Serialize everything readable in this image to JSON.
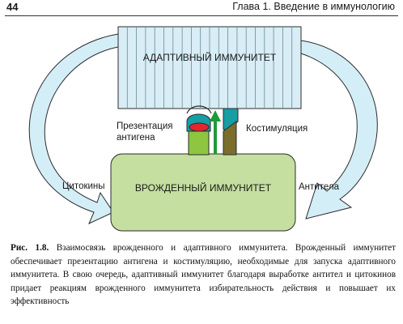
{
  "header": {
    "page_number": "44",
    "running_head": "Глава 1. Введение в иммунологию"
  },
  "diagram": {
    "adaptive_box": "АДАПТИВНЫЙ ИММУНИТЕТ",
    "innate_box": "ВРОЖДЕННЫЙ ИММУНИТЕТ",
    "presentation_line1": "Презентация",
    "presentation_line2": "антигена",
    "costimulation": "Костимуляция",
    "cytokines": "Цитокины",
    "antibodies": "Антитела",
    "colors": {
      "adaptive_fill": "#d8edf5",
      "innate_fill": "#c4dfa0",
      "arrow_fill": "#d4eef7",
      "green_block": "#8fc640",
      "olive_block": "#7b6e2d",
      "teal_receptor": "#159ea4",
      "red_oval": "#e3262b",
      "green_arrow": "#1e9a3b"
    }
  },
  "caption": {
    "label": "Рис. 1.8.",
    "text": "Взаимосвязь врожденного и адаптивного иммунитета. Врожденный иммунитет обеспечивает презентацию антигена и костимуляцию, необходимые для запуска адаптивного иммунитета. В свою очередь, адаптивный иммунитет благодаря выработке антител и цитокинов придает реакциям врожденного иммунитета избирательность действия и повышает их эффективность"
  }
}
